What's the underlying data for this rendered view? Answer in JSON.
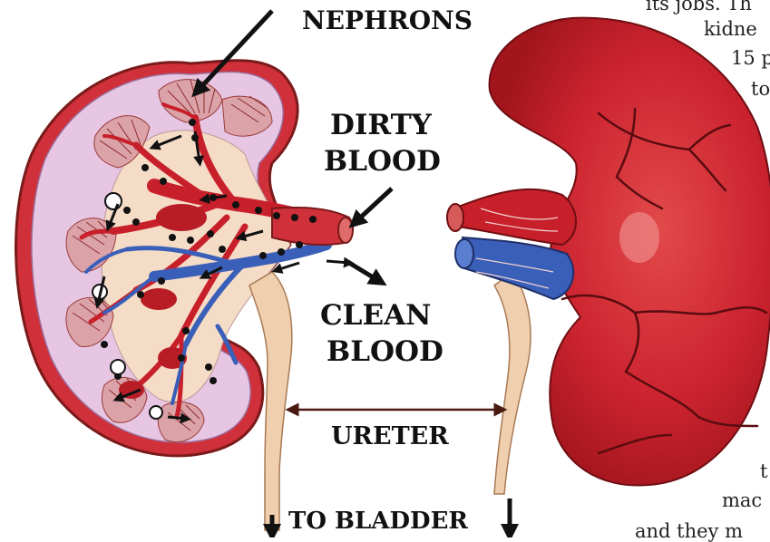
{
  "labels": {
    "nephrons": "NEPHRONS",
    "dirty_blood_1": "DIRTY",
    "dirty_blood_2": "BLOOD",
    "clean_blood_1": "CLEAN",
    "clean_blood_2": "BLOOD",
    "ureter": "URETER",
    "to_bladder": "TO BLADDER"
  },
  "background_text": [
    "its jobs. Th",
    "kidne",
    "15 p",
    "to",
    "t",
    "mac",
    "and they m"
  ],
  "colors": {
    "kidney_red": "#c8202a",
    "kidney_dark": "#8e1218",
    "cortex_pink": "#e6c6e2",
    "medulla_pink": "#efd7ec",
    "vein_blue": "#3a5fb8",
    "ureter_tan": "#f0cfae",
    "arrow_black": "#111111"
  }
}
